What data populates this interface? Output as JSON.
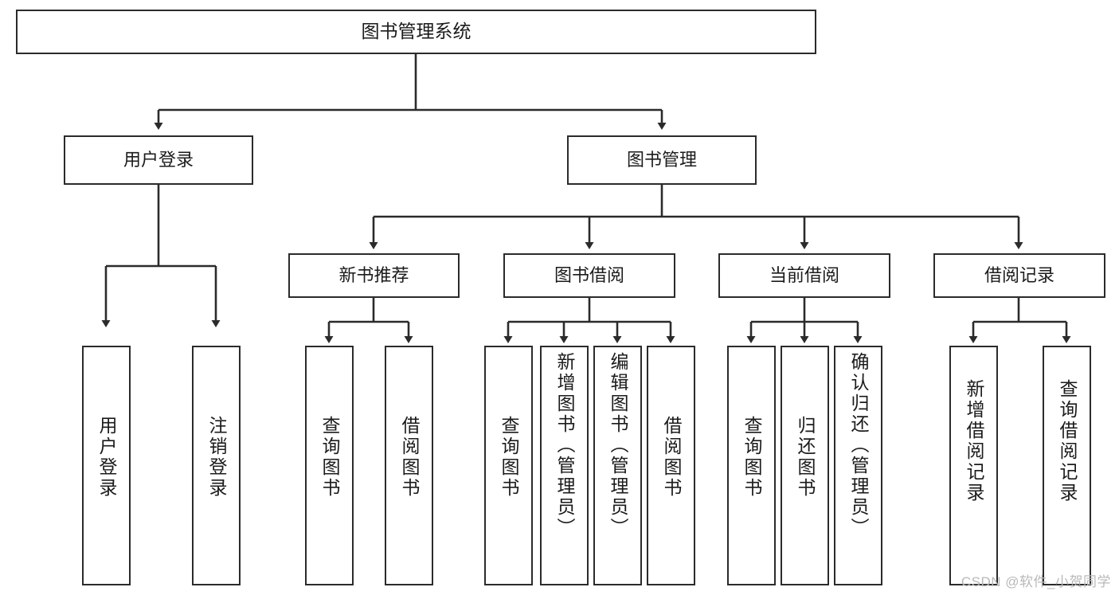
{
  "diagram": {
    "title": "图书管理系统",
    "watermark": "CSDN @软件_小贺同学",
    "colors": {
      "stroke": "#2b2b2b",
      "fill": "#ffffff",
      "text": "#1b1b1b",
      "watermark": "#b9b9b9"
    },
    "root": {
      "label": "图书管理系统"
    },
    "level2": [
      {
        "label": "用户登录"
      },
      {
        "label": "图书管理"
      }
    ],
    "level3": [
      {
        "label": "新书推荐"
      },
      {
        "label": "图书借阅"
      },
      {
        "label": "当前借阅"
      },
      {
        "label": "借阅记录"
      }
    ],
    "leaves": {
      "user_login": [
        {
          "label": "用户登录"
        },
        {
          "label": "注销登录"
        }
      ],
      "new_book": [
        {
          "label": "查询图书"
        },
        {
          "label": "借阅图书"
        }
      ],
      "book_borrow": [
        {
          "label": "查询图书"
        },
        {
          "label": "新增图书（管理员）"
        },
        {
          "label": "编辑图书（管理员）"
        },
        {
          "label": "借阅图书"
        }
      ],
      "current_borrow": [
        {
          "label": "查询图书"
        },
        {
          "label": "归还图书"
        },
        {
          "label": "确认归还（管理员）"
        }
      ],
      "borrow_record": [
        {
          "label": "新增借阅记录"
        },
        {
          "label": "查询借阅记录"
        }
      ]
    }
  }
}
